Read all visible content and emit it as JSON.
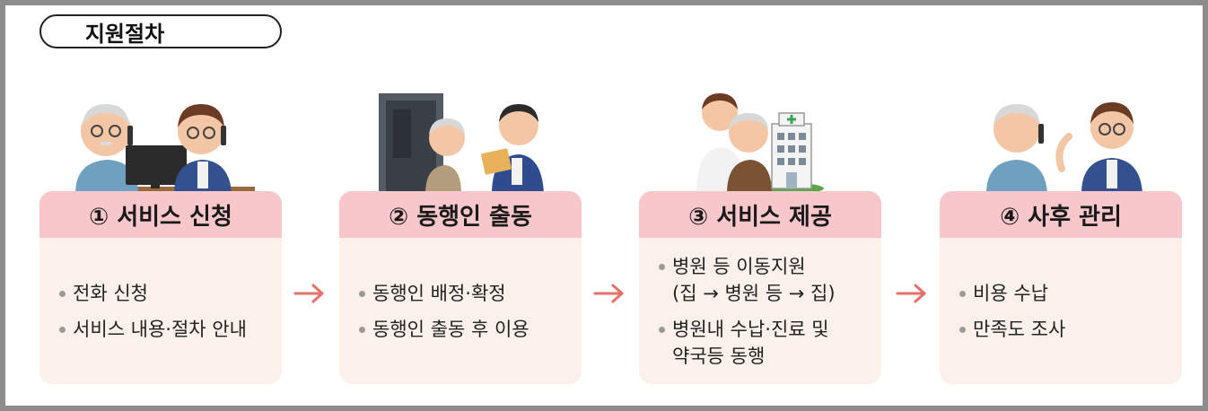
{
  "title": "지원절차",
  "steps": [
    {
      "heading": "① 서비스 신청",
      "items": [
        "전화 신청",
        "서비스 내용·절차 안내"
      ]
    },
    {
      "heading": "② 동행인 출동",
      "items": [
        "동행인 배정·확정",
        "동행인 출동 후 이용"
      ]
    },
    {
      "heading": "③ 서비스 제공",
      "items": [
        "병원 등 이동지원\n(집 → 병원 등 → 집)",
        "병원내 수납·진료 및\n약국등 동행"
      ]
    },
    {
      "heading": "④ 사후 관리",
      "items": [
        "비용 수납",
        "만족도 조사"
      ]
    }
  ],
  "colors": {
    "card_header": "#f7c7cb",
    "card_body": "#fbf1ea",
    "arrow": "#e8706a",
    "frame": "#8c8c8c"
  },
  "illustrations": [
    "phone-call-icon",
    "door-visit-icon",
    "hospital-escort-icon",
    "follow-up-call-icon"
  ]
}
